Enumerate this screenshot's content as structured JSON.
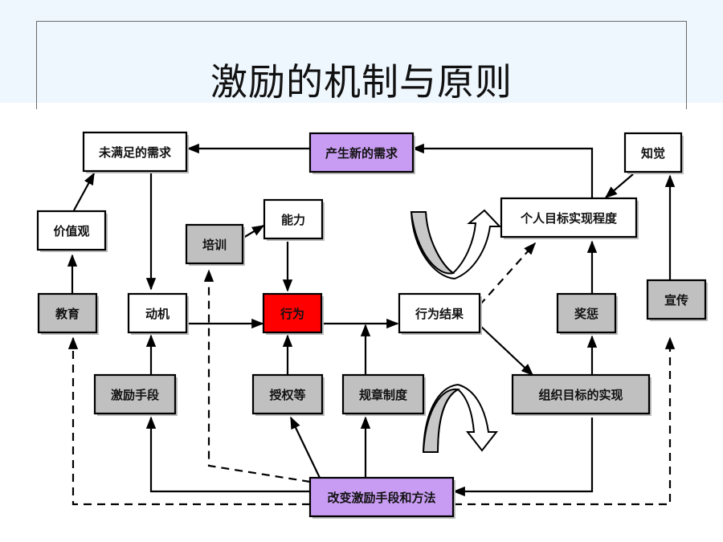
{
  "slide": {
    "title": "激励的机制与原则"
  },
  "colors": {
    "white_box": "#ffffff",
    "gray_box": "#c0c0c0",
    "purple_box": "#c89cf2",
    "red_box": "#ff0000",
    "line": "#000000",
    "title_band": "#eef6fe"
  },
  "nodes": {
    "unmet_needs": "未满足的需求",
    "new_needs": "产生新的需求",
    "perception": "知觉",
    "values": "价值观",
    "ability": "能力",
    "training": "培训",
    "personal_goal": "个人目标实现程度",
    "education": "教育",
    "motive": "动机",
    "behavior": "行为",
    "behavior_result": "行为结果",
    "reward_punish": "奖惩",
    "publicity": "宣传",
    "incentive_means": "激励手段",
    "empowerment": "授权等",
    "rules": "规章制度",
    "org_goal": "组织目标的实现",
    "change_methods": "改变激励手段和方法"
  }
}
